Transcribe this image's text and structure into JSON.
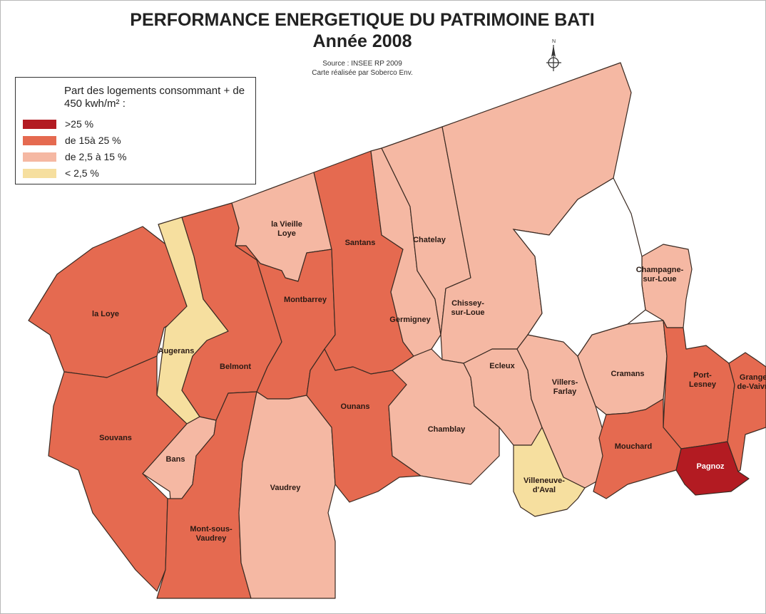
{
  "title_line1": "PERFORMANCE ENERGETIQUE DU PATRIMOINE BATI",
  "title_line2": "Année 2008",
  "source": "Source : INSEE RP 2009",
  "credit": "Carte réalisée par Soberco Env.",
  "compass_label": "N",
  "legend": {
    "title": "Part des logements consommant + de 450 kwh/m² :",
    "items": [
      {
        "label": ">25 %",
        "color": "#b31b22"
      },
      {
        "label": "de 15à 25 %",
        "color": "#e56a50"
      },
      {
        "label": "de 2,5 à 15 %",
        "color": "#f5b8a3"
      },
      {
        "label": "< 2,5 %",
        "color": "#f6df9f"
      }
    ]
  },
  "communes": [
    {
      "name": "la Loye",
      "class": 1
    },
    {
      "name": "Augerans",
      "class": 3
    },
    {
      "name": "Souvans",
      "class": 1
    },
    {
      "name": "Bans",
      "class": 2
    },
    {
      "name": "Belmont",
      "class": 1
    },
    {
      "name": "la Vieille Loye",
      "class": 2
    },
    {
      "name": "Montbarrey",
      "class": 1
    },
    {
      "name": "Santans",
      "class": 1
    },
    {
      "name": "Mont-sous-Vaudrey",
      "class": 1
    },
    {
      "name": "Vaudrey",
      "class": 2
    },
    {
      "name": "Ounans",
      "class": 1
    },
    {
      "name": "Germigney",
      "class": 2
    },
    {
      "name": "Chatelay",
      "class": 2
    },
    {
      "name": "Chissey-sur-Loue",
      "class": 2
    },
    {
      "name": "Chamblay",
      "class": 2
    },
    {
      "name": "Ecleux",
      "class": 2
    },
    {
      "name": "Villers-Farlay",
      "class": 2
    },
    {
      "name": "Villeneuve-d'Aval",
      "class": 3
    },
    {
      "name": "Cramans",
      "class": 2
    },
    {
      "name": "Champagne-sur-Loue",
      "class": 2
    },
    {
      "name": "Port-Lesney",
      "class": 1
    },
    {
      "name": "Mouchard",
      "class": 1
    },
    {
      "name": "Pagnoz",
      "class": 0
    },
    {
      "name": "Grange-de-Vaivre",
      "class": 1
    }
  ]
}
